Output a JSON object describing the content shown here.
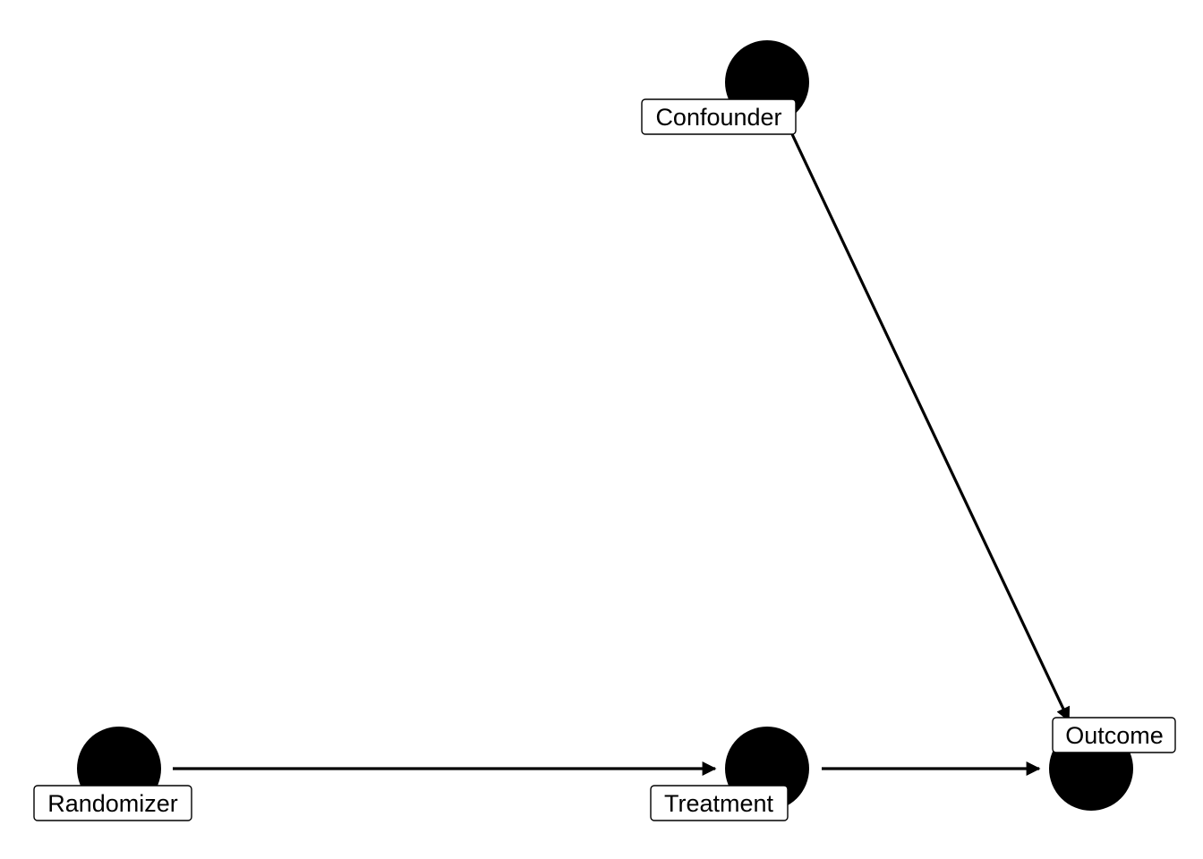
{
  "diagram": {
    "type": "dag",
    "nodes": [
      {
        "id": "confounder",
        "label": "Confounder"
      },
      {
        "id": "randomizer",
        "label": "Randomizer"
      },
      {
        "id": "treatment",
        "label": "Treatment"
      },
      {
        "id": "outcome",
        "label": "Outcome"
      }
    ],
    "edges": [
      {
        "from": "randomizer",
        "to": "treatment"
      },
      {
        "from": "treatment",
        "to": "outcome"
      },
      {
        "from": "confounder",
        "to": "outcome"
      }
    ],
    "colors": {
      "node": "#000000",
      "edge": "#000000",
      "label_background": "#ffffff",
      "label_border": "#000000",
      "label_text": "#000000"
    }
  }
}
